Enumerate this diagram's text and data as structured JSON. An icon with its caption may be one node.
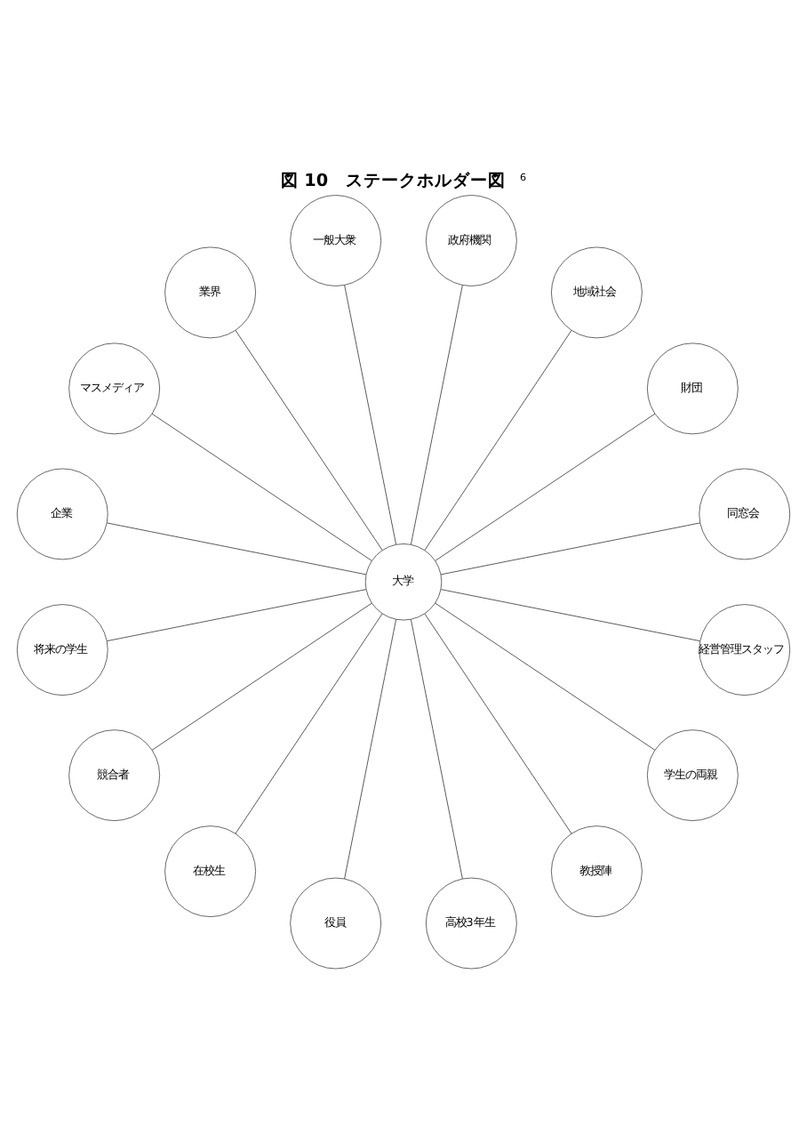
{
  "diagram": {
    "title": "図 10　ステークホルダー図$^{6}$",
    "nodes": [
      {
        "text": [
          "同窓会"
        ]
      },
      {
        "text": [
          "財団"
        ]
      },
      {
        "text": [
          "地域社会"
        ]
      },
      {
        "text": [
          "政府機関"
        ]
      },
      {
        "text": [
          "一般大衆"
        ]
      },
      {
        "text": [
          "業界"
        ]
      },
      {
        "text": [
          "マスメディア"
        ]
      },
      {
        "text": [
          "企業"
        ]
      },
      {
        "text": [
          "大学"
        ]
      },
      {
        "text": [
          "将来の学生"
        ]
      },
      {
        "text": [
          "競合者"
        ]
      },
      {
        "text": [
          "在校生"
        ]
      },
      {
        "text": [
          "役員"
        ]
      },
      {
        "text": [
          "高校3年生"
        ]
      },
      {
        "text": [
          "教授陣"
        ]
      },
      {
        "text": [
          "学生の両親"
        ]
      },
      {
        "text": [
          "経営管理スタッフ"
        ]
      }
    ],
    "edges": [
      {
        "from": 8,
        "to": 0,
        "arrow": "none"
      },
      {
        "from": 8,
        "to": 2,
        "arrow": "none"
      },
      {
        "from": 8,
        "to": 4,
        "arrow": "none"
      },
      {
        "from": 8,
        "to": 6,
        "arrow": "none"
      },
      {
        "from": 8,
        "to": 9,
        "arrow": "none"
      },
      {
        "from": 8,
        "to": 11,
        "arrow": "none"
      },
      {
        "from": 8,
        "to": 13,
        "arrow": "none"
      },
      {
        "from": 8,
        "to": 15,
        "arrow": "none"
      },
      {
        "from": 8,
        "to": 16,
        "arrow": "none"
      },
      {
        "from": 8,
        "to": 14,
        "arrow": "none"
      },
      {
        "from": 8,
        "to": 12,
        "arrow": "none"
      },
      {
        "from": 8,
        "to": 10,
        "arrow": "none"
      },
      {
        "from": 8,
        "to": 7,
        "arrow": "none"
      },
      {
        "from": 8,
        "to": 5,
        "arrow": "none"
      },
      {
        "from": 8,
        "to": 3,
        "arrow": "none"
      },
      {
        "from": 8,
        "to": 1,
        "arrow": "none"
      }
    ]
  }
}
